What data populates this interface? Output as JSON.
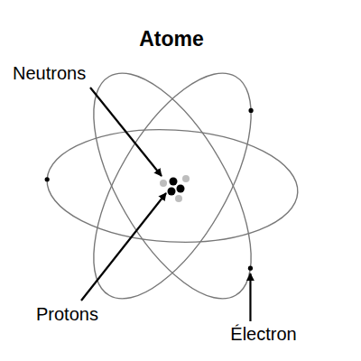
{
  "diagram": {
    "title": "Atome",
    "labels": [
      "Neutrons",
      "Protons",
      "Électron"
    ]
  }
}
